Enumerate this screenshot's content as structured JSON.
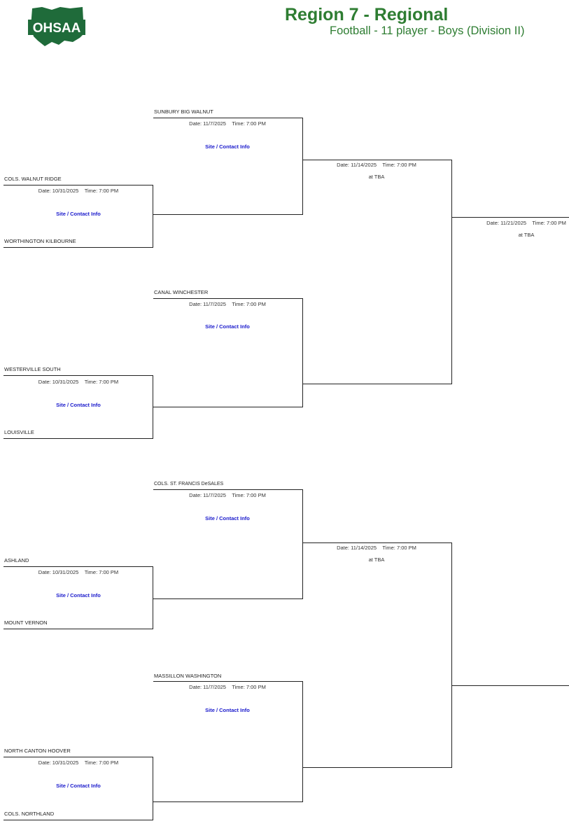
{
  "header": {
    "title": "Region 7 - Regional",
    "subtitle": "Football - 11 player - Boys (Division II)",
    "logo_text": "OHSAA",
    "colors": {
      "brand_green": "#2e7d32",
      "link_blue": "#1a1acc"
    }
  },
  "round1": [
    {
      "top_team": "COLS. WALNUT RIDGE",
      "bottom_team": "WORTHINGTON KILBOURNE",
      "date": "Date: 10/31/2025",
      "time": "Time: 7:00 PM",
      "site": "Site / Contact Info"
    },
    {
      "top_team": "WESTERVILLE SOUTH",
      "bottom_team": "LOUISVILLE",
      "date": "Date: 10/31/2025",
      "time": "Time: 7:00 PM",
      "site": "Site / Contact Info"
    },
    {
      "top_team": "ASHLAND",
      "bottom_team": "MOUNT VERNON",
      "date": "Date: 10/31/2025",
      "time": "Time: 7:00 PM",
      "site": "Site / Contact Info"
    },
    {
      "top_team": "NORTH CANTON HOOVER",
      "bottom_team": "COLS. NORTHLAND",
      "date": "Date: 10/31/2025",
      "time": "Time: 7:00 PM",
      "site": "Site / Contact Info"
    }
  ],
  "round2": [
    {
      "top_team": "SUNBURY BIG WALNUT",
      "date": "Date: 11/7/2025",
      "time": "Time: 7:00 PM",
      "site": "Site / Contact Info"
    },
    {
      "top_team": "CANAL WINCHESTER",
      "date": "Date: 11/7/2025",
      "time": "Time: 7:00 PM",
      "site": "Site / Contact Info"
    },
    {
      "top_team": "COLS. ST. FRANCIS DeSALES",
      "date": "Date: 11/7/2025",
      "time": "Time: 7:00 PM",
      "site": "Site / Contact Info"
    },
    {
      "top_team": "MASSILLON WASHINGTON",
      "date": "Date: 11/7/2025",
      "time": "Time: 7:00 PM",
      "site": "Site / Contact Info"
    }
  ],
  "round3": [
    {
      "date": "Date: 11/14/2025",
      "time": "Time: 7:00 PM",
      "venue": "at TBA"
    },
    {
      "date": "Date: 11/14/2025",
      "time": "Time: 7:00 PM",
      "venue": "at TBA"
    }
  ],
  "final": {
    "date": "Date: 11/21/2025",
    "time": "Time: 7:00 PM",
    "venue": "at TBA"
  }
}
